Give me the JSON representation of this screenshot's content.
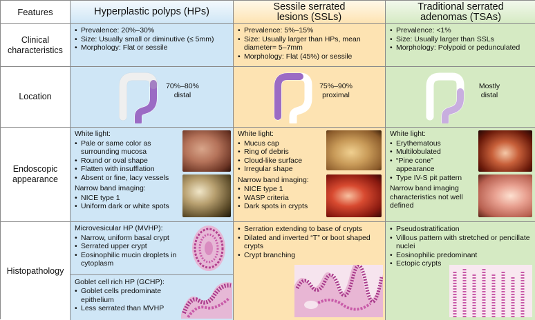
{
  "header": {
    "features": "Features",
    "hp": "Hyperplastic polyps (HPs)",
    "ssl": "Sessile serrated lesions (SSLs)",
    "tsa": "Traditional serrated adenomas (TSAs)"
  },
  "rows": {
    "clinical": "Clinical characteristics",
    "location": "Location",
    "endoscopic": "Endoscopic appearance",
    "histopathology": "Histopathology"
  },
  "clinical": {
    "hp": [
      "Prevalence: 20%–30%",
      "Size: Usually small or diminutive (≤ 5mm)",
      "Morphology: Flat or sessile"
    ],
    "ssl": [
      "Prevalence: 5%–15%",
      "Size: Usually larger than HPs, mean diameter= 5–7mm",
      "Morphology: Flat (45%) or sessile"
    ],
    "tsa": [
      "Prevalence: <1%",
      "Size: Usually larger than SSLs",
      "Morphology: Polypoid or pedunculated"
    ]
  },
  "location": {
    "hp": {
      "pct": "70%–80%",
      "site": "distal"
    },
    "ssl": {
      "pct": "75%–90%",
      "site": "proximal"
    },
    "tsa": {
      "pct": "Mostly",
      "site": "distal"
    }
  },
  "endoscopic": {
    "hp": {
      "white_title": "White light:",
      "white": [
        "Pale or same color as surrounding mucosa",
        "Round or oval shape",
        "Flatten with insufflation",
        "Absent or fine, lacy vessels"
      ],
      "nbi_title": "Narrow band imaging:",
      "nbi": [
        "NICE type 1",
        "Uniform dark or white spots"
      ]
    },
    "ssl": {
      "white_title": "White light:",
      "white": [
        "Mucus cap",
        "Ring of debris",
        "Cloud-like surface",
        "Irregular shape"
      ],
      "nbi_title": "Narrow band imaging:",
      "nbi": [
        "NICE type 1",
        "WASP criteria",
        "Dark spots in crypts"
      ]
    },
    "tsa": {
      "white_title": "White light:",
      "white": [
        "Erythematous",
        "Multilobulated",
        "“Pine cone” appearance",
        "Type IV-S pit pattern"
      ],
      "nbi_note": "Narrow band imaging characteristics not well defined"
    }
  },
  "histo": {
    "hp": {
      "mvhp_title": "Microvesicular HP (MVHP):",
      "mvhp": [
        "Narrow, uniform basal crypt",
        "Serrated upper crypt",
        "Eosinophilic mucin droplets in cytoplasm"
      ],
      "gchp_title": "Goblet cell rich HP (GCHP):",
      "gchp": [
        "Goblet cells predominate epithelium",
        "Less serrated than MVHP"
      ]
    },
    "ssl": [
      "Serration extending to base of crypts",
      "Dilated and inverted “T” or boot shaped crypts",
      "Crypt branching"
    ],
    "tsa": [
      "Pseudostratification",
      "Villous pattern with stretched or pencillate nuclei",
      "Eosinophilic predominant",
      "Ectopic crypts"
    ]
  },
  "colors": {
    "hp_bg": "#cfe6f6",
    "ssl_bg": "#fde3b2",
    "tsa_bg": "#d5eac3",
    "colon_highlight": "#9b6bc4",
    "colon_outline": "#ffffff",
    "histo_stain": "#c85aa8"
  }
}
